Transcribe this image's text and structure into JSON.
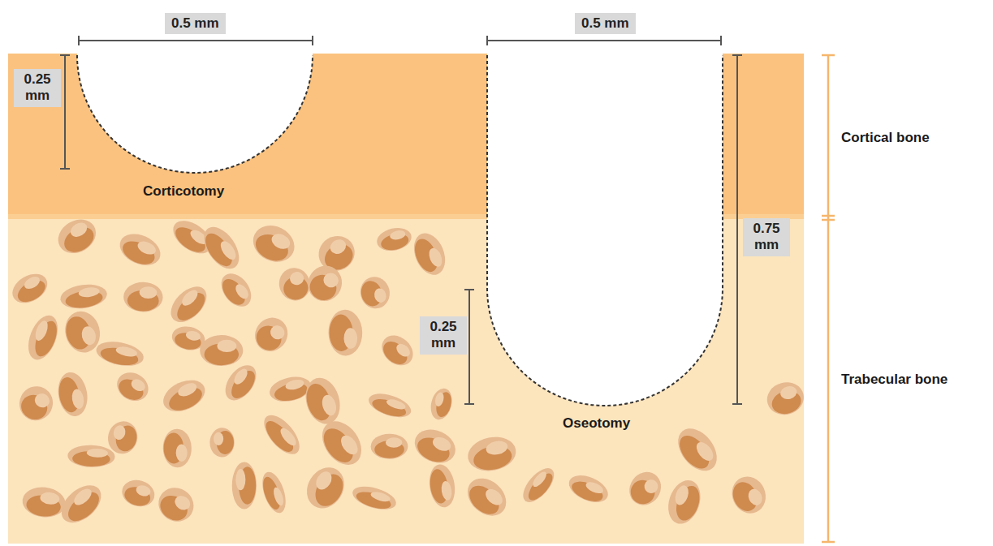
{
  "diagram": {
    "nodes": [
      {
        "text": [
          "0.5 mm"
        ]
      },
      {
        "text": [
          "0.5 mm"
        ]
      },
      {
        "text": [
          "0.25 mm"
        ]
      },
      {
        "text": [
          "0.75 mm"
        ]
      },
      {
        "text": [
          "0.25 mm"
        ]
      }
    ],
    "labels": [
      "Cortical bone",
      "Corticotomy",
      "Trabecular bone",
      "Oseotomy"
    ]
  }
}
